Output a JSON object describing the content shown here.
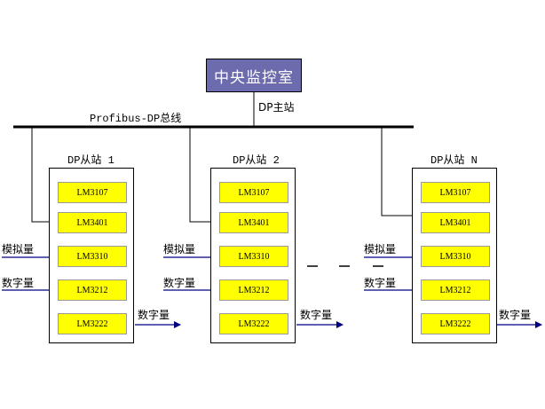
{
  "central": {
    "title": "中央监控室"
  },
  "bus": {
    "label": "Profibus-DP总线",
    "master_label": "DP主站"
  },
  "stations": [
    {
      "title": "DP从站 1",
      "modules": [
        "LM3107",
        "LM3401",
        "LM3310",
        "LM3212",
        "LM3222"
      ],
      "inputs": [
        "模拟量",
        "数字量"
      ],
      "output": "数字量"
    },
    {
      "title": "DP从站 2",
      "modules": [
        "LM3107",
        "LM3401",
        "LM3310",
        "LM3212",
        "LM3222"
      ],
      "inputs": [
        "模拟量",
        "数字量"
      ],
      "output": "数字量"
    },
    {
      "title": "DP从站 N",
      "modules": [
        "LM3107",
        "LM3401",
        "LM3310",
        "LM3212",
        "LM3222"
      ],
      "inputs": [
        "模拟量",
        "数字量"
      ],
      "output": "数字量"
    }
  ],
  "colors": {
    "central_fill": "#6b6bad",
    "module_fill": "#ffff00",
    "arrow": "#000080"
  }
}
